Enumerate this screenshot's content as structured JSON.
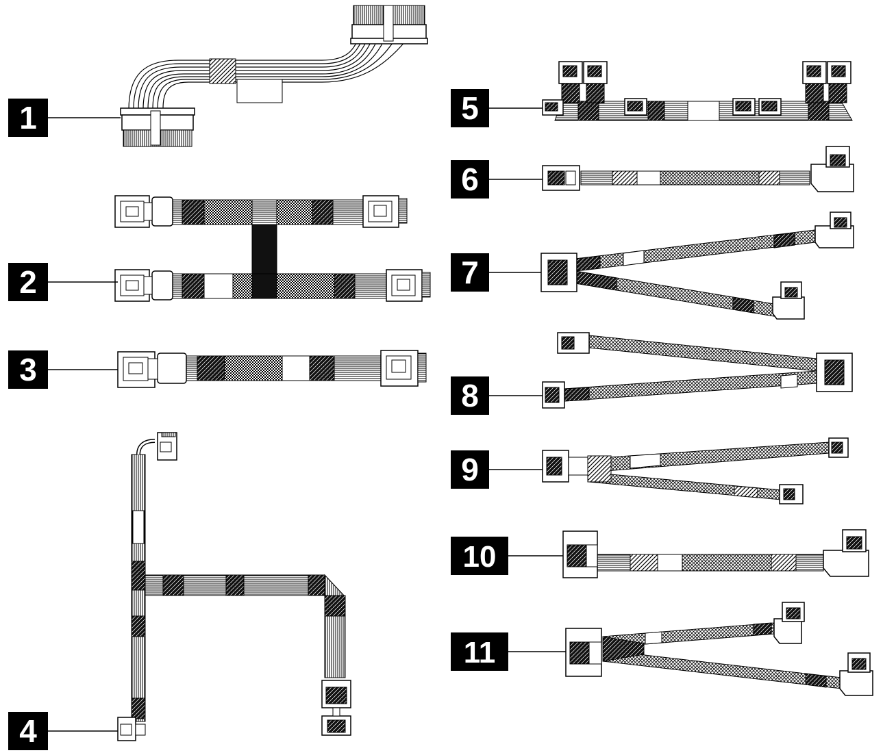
{
  "diagram": {
    "callouts": [
      {
        "id": 1,
        "label": "1",
        "part": "power-cable"
      },
      {
        "id": 2,
        "label": "2",
        "part": "dual-sas-cable"
      },
      {
        "id": 3,
        "label": "3",
        "part": "single-sas-cable"
      },
      {
        "id": 4,
        "label": "4",
        "part": "branched-signal-cable"
      },
      {
        "id": 5,
        "label": "5",
        "part": "multi-connector-cable"
      },
      {
        "id": 6,
        "label": "6",
        "part": "angled-sas-cable"
      },
      {
        "id": 7,
        "label": "7",
        "part": "y-split-cable"
      },
      {
        "id": 8,
        "label": "8",
        "part": "y-split-cable-reverse"
      },
      {
        "id": 9,
        "label": "9",
        "part": "y-split-cable-slim"
      },
      {
        "id": 10,
        "label": "10",
        "part": "mcio-angled-cable"
      },
      {
        "id": 11,
        "label": "11",
        "part": "mcio-y-split-cable"
      }
    ],
    "colors": {
      "ink": "#000000",
      "paper": "#ffffff"
    }
  }
}
